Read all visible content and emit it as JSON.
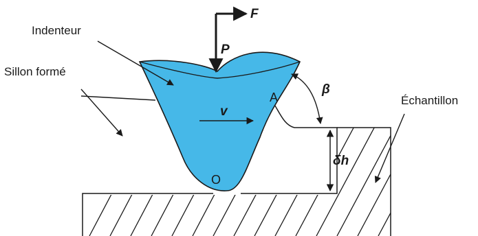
{
  "labels": {
    "indenter": "Indenteur",
    "groove": "Sillon formé",
    "sample": "Échantillon"
  },
  "symbols": {
    "force": "F",
    "load": "P",
    "velocity": "v",
    "angle": "β",
    "depth": "δh",
    "point_a": "A",
    "point_o": "O"
  },
  "colors": {
    "indenter_fill": "#46b8e8",
    "stroke": "#1a1a1a",
    "background": "#ffffff"
  }
}
